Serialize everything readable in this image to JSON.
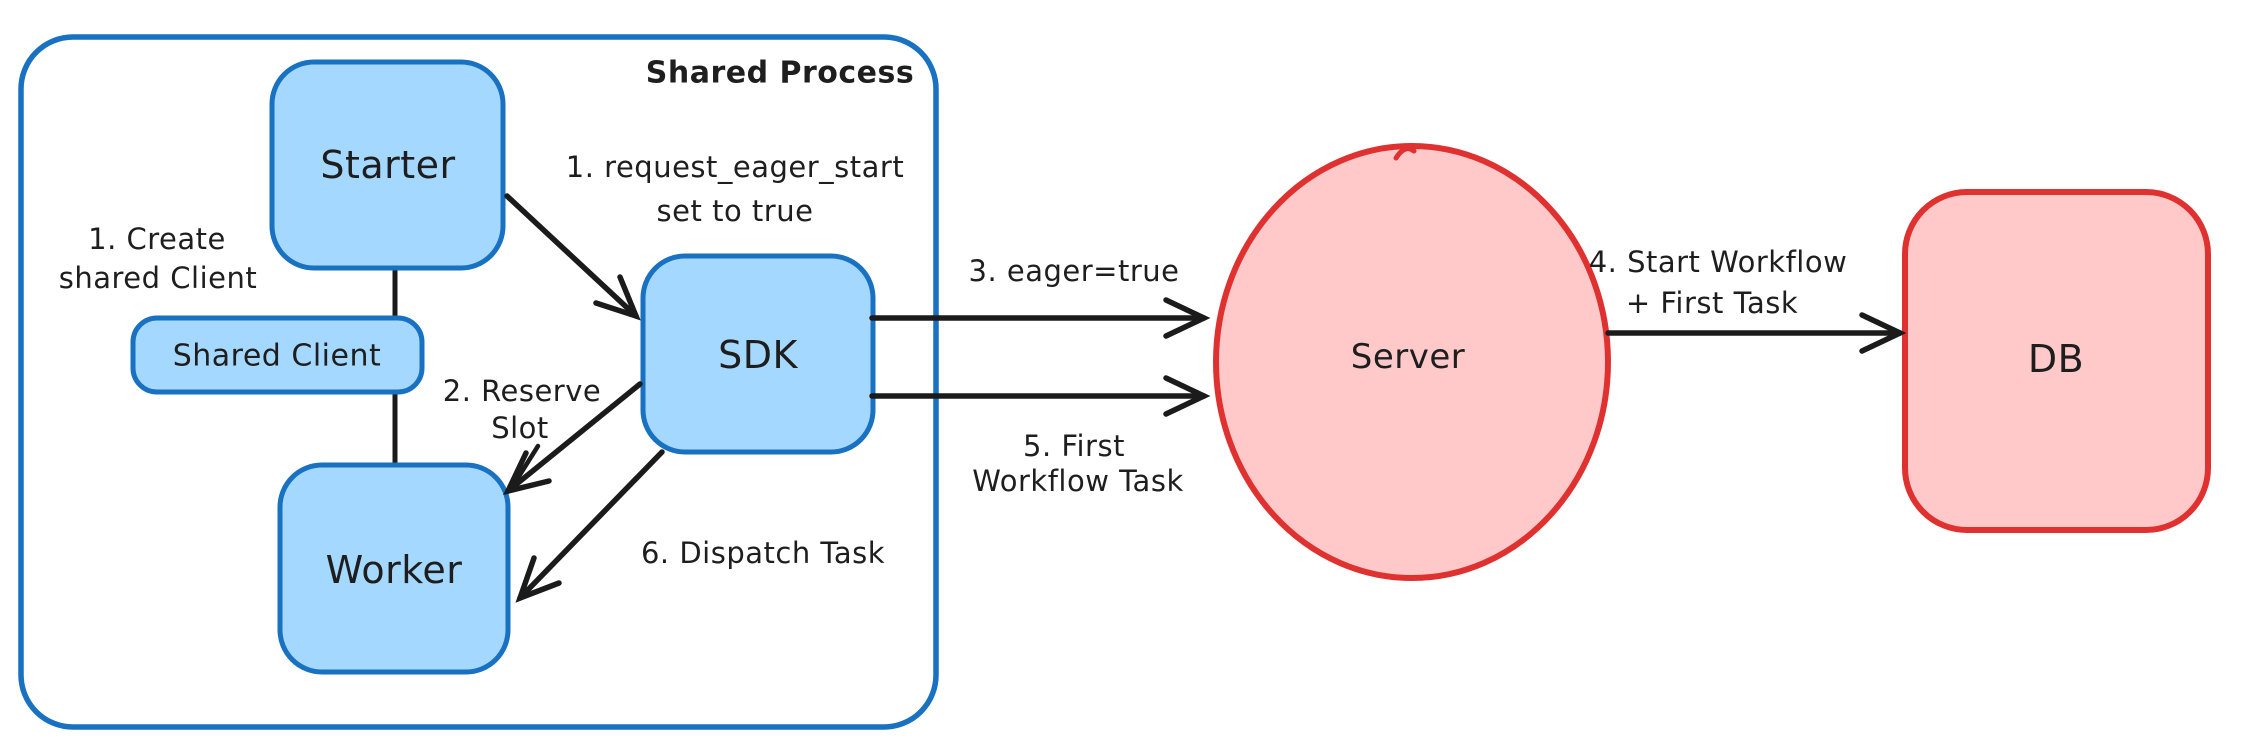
{
  "diagram": {
    "frame": {
      "label": "Shared Process"
    },
    "colors": {
      "blue_stroke": "#1971c2",
      "blue_fill": "#a5d8ff",
      "red_stroke": "#e03131",
      "red_fill": "#ffc9c9",
      "arrow": "#1b1b1b",
      "text": "#1e1e1e",
      "background": "#ffffff"
    },
    "nodes": {
      "starter": {
        "label": "Starter"
      },
      "shared_client": {
        "label": "Shared Client"
      },
      "worker": {
        "label": "Worker"
      },
      "sdk": {
        "label": "SDK"
      },
      "server": {
        "label": "Server"
      },
      "db": {
        "label": "DB"
      }
    },
    "annotations": {
      "create_shared_client": {
        "line1": "1. Create",
        "line2": "shared Client"
      },
      "request_eager_start": {
        "line1": "1. request_eager_start",
        "line2": "set to true"
      },
      "reserve_slot": {
        "line1": "2. Reserve",
        "line2": "Slot"
      },
      "eager_true": {
        "text": "3. eager=true"
      },
      "start_workflow": {
        "line1": "4. Start Workflow",
        "line2": "+ First Task"
      },
      "first_workflow_task": {
        "line1": "5. First",
        "line2": "Workflow Task"
      },
      "dispatch_task": {
        "text": "6. Dispatch Task"
      }
    }
  }
}
